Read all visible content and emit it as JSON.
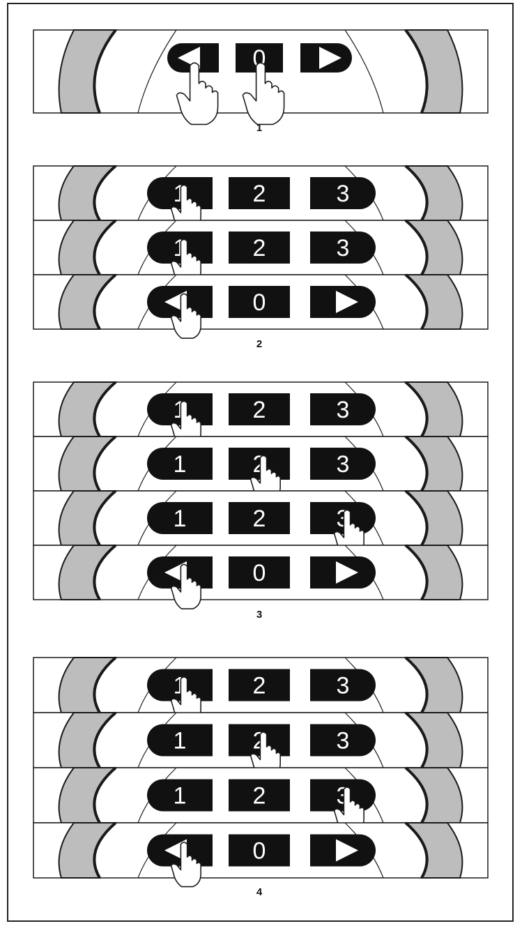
{
  "steps": [
    {
      "label": "1",
      "rows": [
        {
          "keys": [
            "◀",
            "0",
            "▶"
          ],
          "pressed": [
            0,
            1
          ]
        }
      ]
    },
    {
      "label": "2",
      "rows": [
        {
          "keys": [
            "1",
            "2",
            "3"
          ],
          "pressed": [
            0
          ]
        },
        {
          "keys": [
            "1",
            "2",
            "3"
          ],
          "pressed": [
            0
          ]
        },
        {
          "keys": [
            "◀",
            "0",
            "▶"
          ],
          "pressed": [
            0
          ]
        }
      ]
    },
    {
      "label": "3",
      "rows": [
        {
          "keys": [
            "1",
            "2",
            "3"
          ],
          "pressed": [
            0
          ]
        },
        {
          "keys": [
            "1",
            "2",
            "3"
          ],
          "pressed": [
            1
          ]
        },
        {
          "keys": [
            "1",
            "2",
            "3"
          ],
          "pressed": [
            2
          ]
        },
        {
          "keys": [
            "◀",
            "0",
            "▶"
          ],
          "pressed": [
            0
          ]
        }
      ]
    },
    {
      "label": "4",
      "rows": [
        {
          "keys": [
            "1",
            "2",
            "3"
          ],
          "pressed": [
            0
          ]
        },
        {
          "keys": [
            "1",
            "2",
            "3"
          ],
          "pressed": [
            1
          ]
        },
        {
          "keys": [
            "1",
            "2",
            "3"
          ],
          "pressed": [
            2
          ]
        },
        {
          "keys": [
            "◀",
            "0",
            "▶"
          ],
          "pressed": [
            0
          ]
        }
      ]
    }
  ],
  "colors": {
    "key": "#111111",
    "key_text": "#ffffff",
    "ring": "#bdbdbd",
    "line": "#1a1a1a",
    "hand_fill": "#ffffff"
  }
}
